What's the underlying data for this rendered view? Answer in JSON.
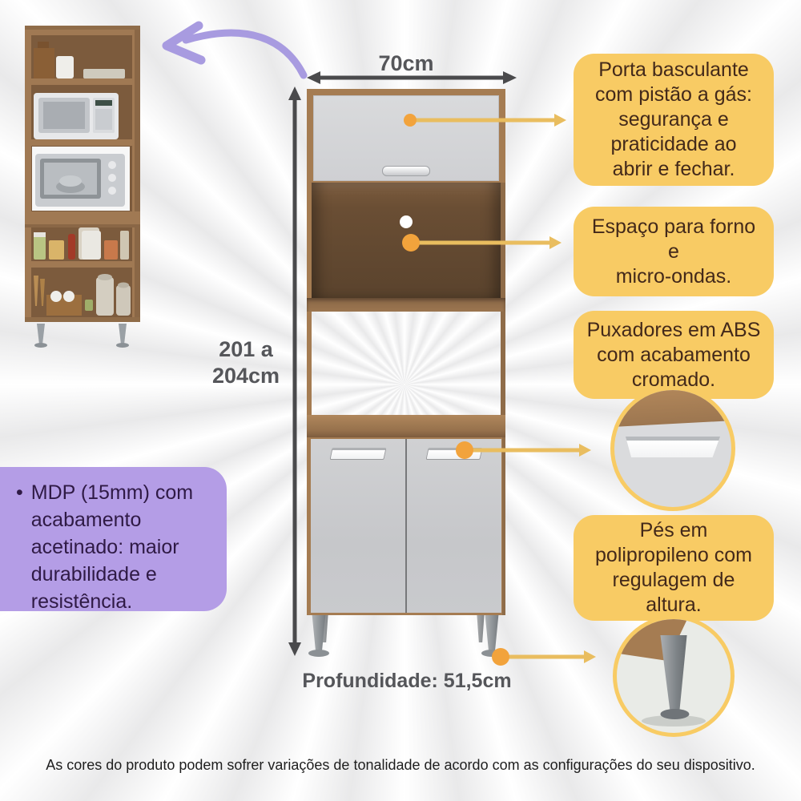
{
  "dimensions": {
    "width": "70cm",
    "height": "201 a\n204cm",
    "depth": "Profundidade: 51,5cm"
  },
  "callouts": {
    "porta": {
      "text": "Porta basculante\ncom pistão a gás:\nsegurança e\npraticidade ao\nabrir e fechar."
    },
    "espaco": {
      "text": "Espaço para forno\ne\nmicro-ondas."
    },
    "puxadores": {
      "text": "Puxadores em ABS\ncom acabamento\ncromado."
    },
    "pes": {
      "text": "Pés em\npolipropileno com\nregulagem de\naltura."
    }
  },
  "material_note": {
    "bullet": "•",
    "text": "MDP (15mm) com\nacabamento\nacetinado: maior\ndurabilidade e\nresistência."
  },
  "disclaimer": "As cores do produto podem sofrer variações de tonalidade de acordo com as configurações do seu dispositivo.",
  "colors": {
    "accent_yellow": "#f8cb64",
    "callout_line": "#e9bd5f",
    "callout_dot": "#f2a33c",
    "purple_box": "#b49de6",
    "purple_arrow": "#a89be0",
    "dimension_gray": "#55565a",
    "wood": "#a57c52",
    "wood_dark": "#5e4530",
    "door_gray": "#cfd0d3"
  }
}
